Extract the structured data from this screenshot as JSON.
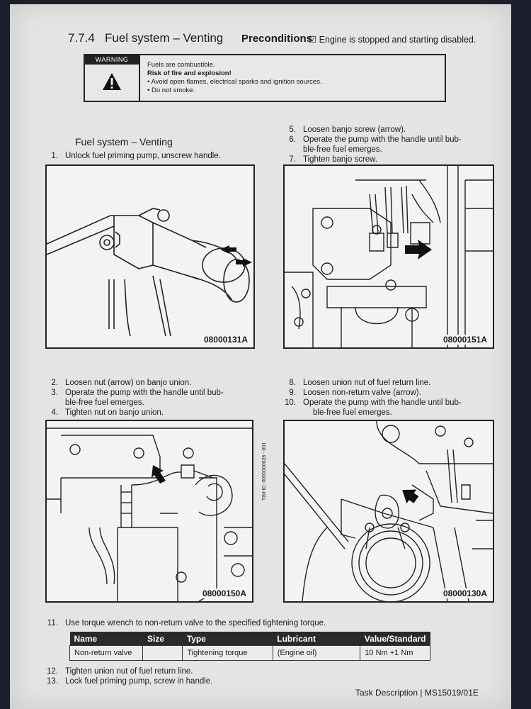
{
  "header": {
    "number": "7.7.4",
    "title": "Fuel system – Venting",
    "preconditions_label": "Preconditions",
    "precondition": "☑ Engine is stopped and starting disabled."
  },
  "warning": {
    "tag": "WARNING",
    "line1": "Fuels are combustible.",
    "line2": "Risk of fire and explosion!",
    "bullets": [
      "•   Avoid open flames, electrical sparks and ignition sources.",
      "•   Do not smoke."
    ]
  },
  "section_title": "Fuel system – Venting",
  "steps": {
    "s1": {
      "n": "1.",
      "t": "Unlock fuel priming pump, unscrew handle."
    },
    "s2": {
      "n": "2.",
      "t": "Loosen nut (arrow) on banjo union."
    },
    "s3": {
      "n": "3.",
      "t": "Operate the pump with the handle until bub-"
    },
    "s3b": {
      "t": "ble-free fuel emerges."
    },
    "s4": {
      "n": "4.",
      "t": "Tighten nut on banjo union."
    },
    "s5": {
      "n": "5.",
      "t": "Loosen banjo screw (arrow)."
    },
    "s6": {
      "n": "6.",
      "t": "Operate the pump with the handle until bub-"
    },
    "s6b": {
      "t": "ble-free fuel emerges."
    },
    "s7": {
      "n": "7.",
      "t": "Tighten banjo screw."
    },
    "s8": {
      "n": "8.",
      "t": "Loosen union nut of fuel return line."
    },
    "s9": {
      "n": "9.",
      "t": "Loosen non-return valve (arrow)."
    },
    "s10": {
      "n": "10.",
      "t": "Operate the pump with the handle until bub-"
    },
    "s10b": {
      "t": "ble-free fuel emerges."
    },
    "s11": {
      "n": "11.",
      "t": "Use torque wrench to non-return valve to the specified tightening torque."
    },
    "s12": {
      "n": "12.",
      "t": "Tighten union nut of fuel return line."
    },
    "s13": {
      "n": "13.",
      "t": "Lock fuel priming pump, screw in handle."
    }
  },
  "figures": {
    "f1": "08000131A",
    "f2": "08000151A",
    "f3": "08000150A",
    "f4": "08000130A",
    "side_code": "TIM-ID: 0000000028 - 001"
  },
  "table": {
    "headers": [
      "Name",
      "Size",
      "Type",
      "Lubricant",
      "Value/Standard"
    ],
    "row": [
      "Non-return valve",
      "",
      "Tightening torque",
      "(Engine oil)",
      "10 Nm +1 Nm"
    ]
  },
  "footer": "Task Description  |  MS15019/01E"
}
